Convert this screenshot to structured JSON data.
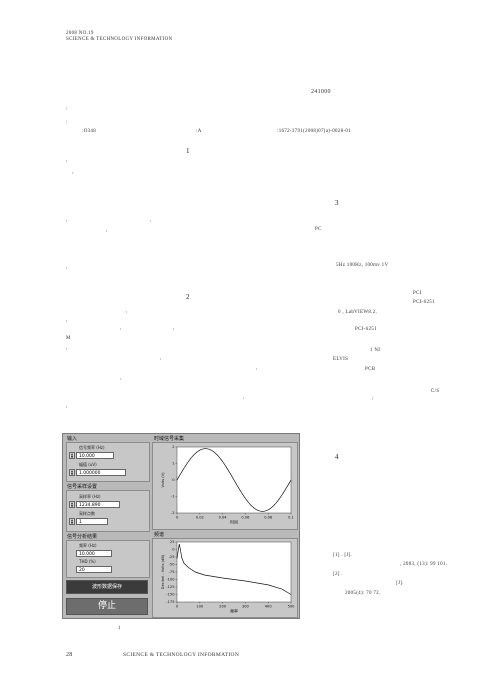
{
  "header": {
    "line1": "2008 NO.19",
    "line2": "SCIENCE & TECHNOLOGY INFORMATION"
  },
  "article": {
    "postcode": "241000",
    "meta_a": ":",
    "meta_b": ":",
    "classification": ":O348",
    "doc_code": ":A",
    "article_id": ":1672-3791(2008)07(a)-0028-01"
  },
  "sections": {
    "s1": "1",
    "s2": "2",
    "s3": "3",
    "s4": "4"
  },
  "body_frags": {
    "pc": "PC",
    "m": "M",
    "freq_range": "5Hz  100Hz,        100mv  1V",
    "pci": "PCI",
    "pci_6251": "PCI-6251",
    "labview": "0  ,         LabVIEW8.2,",
    "pci_6251b": "PCI-6251",
    "ni": "1                            NI",
    "elvis": "ELVIS",
    "pcb": "PCB",
    "cs": "C/S",
    "slash": "/"
  },
  "references": {
    "r1_a": "[1]          .                                        [J].",
    "r1_b": ", 2003, (13): 99  101.",
    "r2_a": "[2]          .",
    "r2_b": "[J].",
    "r2_c": "2005(4): 70  72."
  },
  "figure": {
    "caption": "1",
    "input_group": "输入",
    "signal_freq_label": "信号频率 (Hz)",
    "signal_freq": "10.000",
    "amplitude_label": "幅值 (uV)",
    "amplitude": "1.000000",
    "sampling_group": "信号采样设置",
    "sample_rate_label": "采样率 (Hz)",
    "sample_rate": "1234.890",
    "sample_points_label": "采样点数",
    "sample_points": "1",
    "analysis_group": "信号分析结果",
    "freq_result_label": "频率 (Hz)",
    "freq_result": "10.000",
    "thd_label": "THD (%)",
    "thd": "20",
    "save_button": "波形数据保存",
    "stop_button": "停止",
    "time_chart_title": "时域信号采集",
    "time_chart_ylabel": "Volts (V)",
    "time_chart_xlabel": "时间",
    "freq_chart_title": "频谱",
    "freq_chart_ylabel": "Decibel - Volts (dB)",
    "freq_chart_xlabel": "频率",
    "time_ticks_x": [
      "0",
      "0.02",
      "0.04",
      "0.06",
      "0.08",
      "0.1"
    ],
    "time_ticks_y": [
      "2",
      "1",
      "0",
      "-1",
      "-2"
    ],
    "freq_ticks_x": [
      "0",
      "100",
      "200",
      "300",
      "400",
      "500"
    ],
    "freq_ticks_y": [
      "25",
      "0",
      "-25",
      "-50",
      "-75",
      "-100",
      "-125",
      "-150",
      "-175"
    ]
  },
  "footer": {
    "page_number": "28",
    "journal": "SCIENCE & TECHNOLOGY INFORMATION"
  }
}
